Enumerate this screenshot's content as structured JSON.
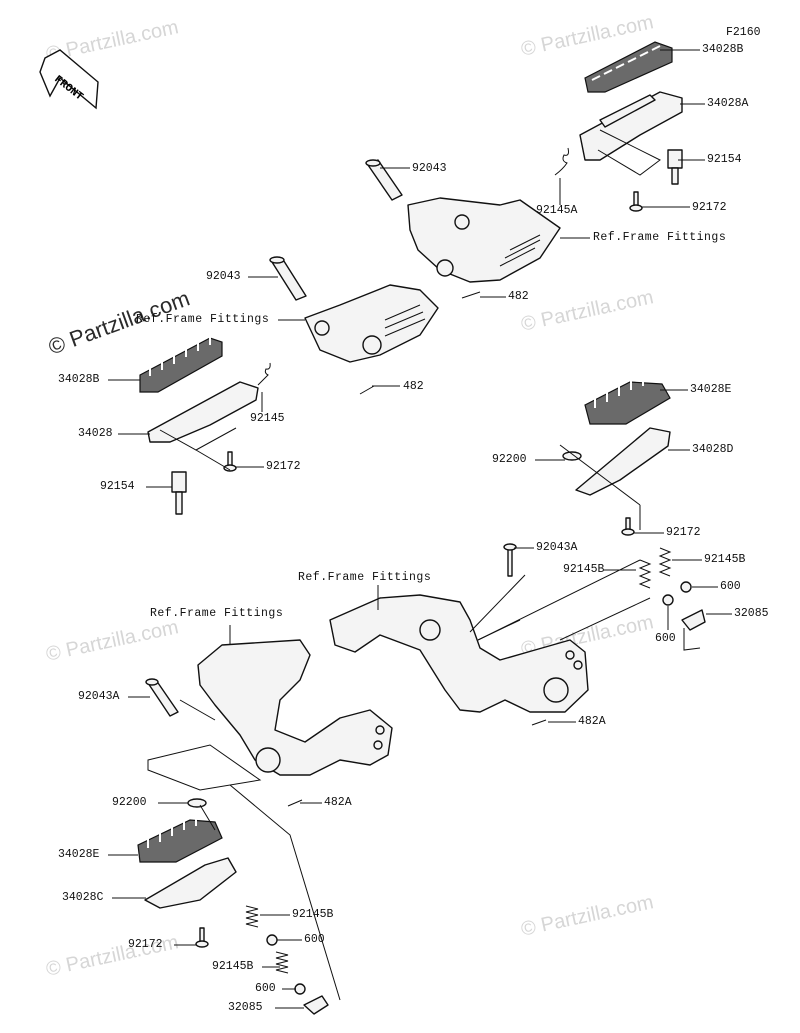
{
  "diagram_code": "F2160",
  "front_label": "FRONT",
  "watermarks": {
    "main": "© Partzilla.com",
    "faint": "© Partzilla.com"
  },
  "refs": {
    "ref_upper_right": "Ref.Frame Fittings",
    "ref_upper_left": "Ref.Frame Fittings",
    "ref_lower_mid": "Ref.Frame Fittings",
    "ref_lower_left": "Ref.Frame Fittings"
  },
  "labels": {
    "p_34028B_top": "34028B",
    "p_34028A": "34028A",
    "p_92154_right": "92154",
    "p_92172_top": "92172",
    "p_92145A": "92145A",
    "p_92043_top": "92043",
    "p_482_top": "482",
    "p_92043_left": "92043",
    "p_482_mid": "482",
    "p_34028B_left": "34028B",
    "p_34028": "34028",
    "p_92145": "92145",
    "p_92172_left": "92172",
    "p_92154_left": "92154",
    "p_34028E_right": "34028E",
    "p_92200_right": "92200",
    "p_34028D": "34028D",
    "p_92172_right": "92172",
    "p_92043A_right": "92043A",
    "p_92145B_r1": "92145B",
    "p_92145B_r2": "92145B",
    "p_600_r1": "600",
    "p_600_r2": "600",
    "p_32085_right": "32085",
    "p_482A_right": "482A",
    "p_92043A_left": "92043A",
    "p_482A_left": "482A",
    "p_92200_left": "92200",
    "p_34028E_left": "34028E",
    "p_34028C": "34028C",
    "p_92145B_l1": "92145B",
    "p_600_l1": "600",
    "p_92172_bottom": "92172",
    "p_92145B_l2": "92145B",
    "p_600_l2": "600",
    "p_32085_left": "32085"
  }
}
